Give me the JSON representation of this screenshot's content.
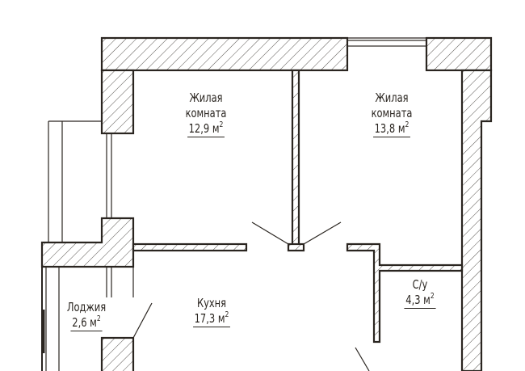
{
  "colors": {
    "line": "#2a2520",
    "background": "#ffffff"
  },
  "unit": "м",
  "rooms": [
    {
      "name_line1": "Жилая",
      "name_line2": "комната",
      "area": "12,9"
    },
    {
      "name_line1": "Жилая",
      "name_line2": "комната",
      "area": "13,8"
    },
    {
      "name_line1": "Кухня",
      "area": "17,3"
    },
    {
      "name_line1": "С/у",
      "area": "4,3"
    },
    {
      "name_line1": "Лоджия",
      "area": "2,6"
    }
  ]
}
